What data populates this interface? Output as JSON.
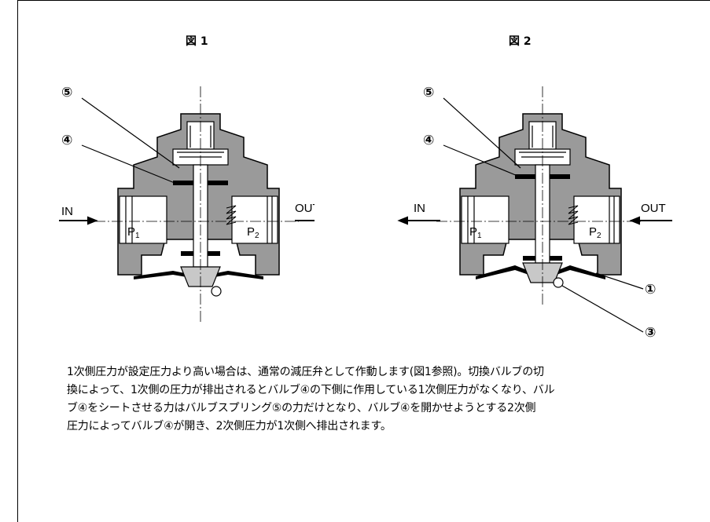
{
  "figure1": {
    "title": "図 1",
    "inlet_label": "IN",
    "outlet_label": "OUT",
    "p1": "P",
    "p1_sub": "1",
    "p2": "P",
    "p2_sub": "2",
    "callouts": [
      "⑤",
      "④"
    ]
  },
  "figure2": {
    "title": "図 2",
    "inlet_label": "IN",
    "outlet_label": "OUT",
    "p1": "P",
    "p1_sub": "1",
    "p2": "P",
    "p2_sub": "2",
    "callouts": [
      "⑤",
      "④",
      "①",
      "③"
    ]
  },
  "description": {
    "lines": [
      "1次側圧力が設定圧力より高い場合は、通常の減圧弁として作動します(図1参照)。切換バルブの切",
      "換によって、1次側の圧力が排出されるとバルブ④の下側に作用している1次側圧力がなくなり、バル",
      "ブ④をシートさせる力はバルブスプリング⑤の力だけとなり、バルブ④を開かせようとする2次側",
      "圧力によってバルブ④が開き、2次側圧力が1次側へ排出されます。"
    ]
  }
}
